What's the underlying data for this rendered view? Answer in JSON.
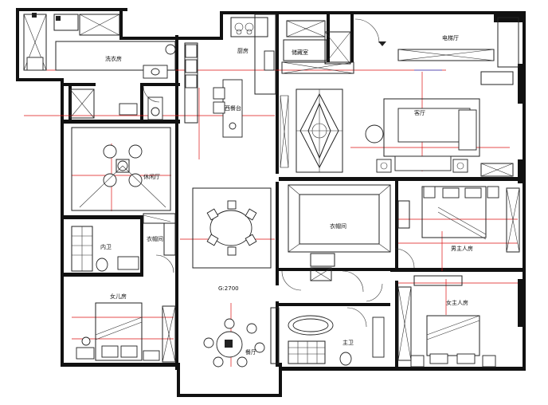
{
  "rooms": {
    "laundry": "洗衣房",
    "kitchen": "厨房",
    "island": "西餐台",
    "storage": "储藏室",
    "elevator_lobby": "电梯厅",
    "living": "客厅",
    "leisure": "休闲厅",
    "cloakroom_center": "衣帽间",
    "cloakroom_left": "衣帽间",
    "inner_bath": "内卫",
    "second_master": "男主人房",
    "master": "女主人房",
    "daughter": "女儿房",
    "main_bath": "主卫",
    "dining": "餐厅"
  },
  "annotations": {
    "ceiling_height": "G:2700"
  },
  "colors": {
    "wall": "#111111",
    "axis_red": "#d11111",
    "accent_blue": "#2a4fd6"
  }
}
